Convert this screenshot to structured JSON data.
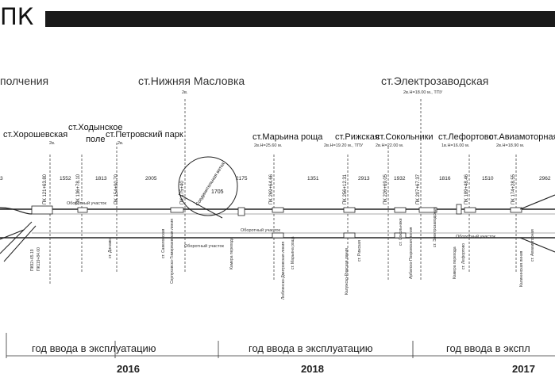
{
  "header": {
    "title": "ПК"
  },
  "sections": [
    {
      "name": "полчения",
      "note": ""
    },
    {
      "name": "ст.Нижняя Масловка",
      "note": "2в."
    },
    {
      "name": "ст.Электрозаводская",
      "note": "2в.Н=18.00 м., ТПУ"
    }
  ],
  "stations": [
    {
      "name": "ст.Хорошевская",
      "note": "2в."
    },
    {
      "name": "ст.Ходынское\nполе",
      "note": ""
    },
    {
      "name": "ст.Петровский парк",
      "note": "2в."
    },
    {
      "name": "ст.Марьина роща",
      "note": "2в.Н=25.60 м."
    },
    {
      "name": "ст.Рижская",
      "note": "2в.Н=19.20 м., ТПУ"
    },
    {
      "name": "ст.Сокольники",
      "note": "2в.Н=22.00 м."
    },
    {
      "name": "ст.Лефортово",
      "note": "1в.Н=16.00 м."
    },
    {
      "name": "ст.Авиамоторная",
      "note": "2в.Н=18.90 м."
    }
  ],
  "distances": [
    "3",
    "1552",
    "1813",
    "2005",
    "2175",
    "1351",
    "2913",
    "1932",
    "1816",
    "1510",
    "2962"
  ],
  "pickets": [
    "ПК 121+63.80",
    "ПК 136+78.10",
    "ПК 154+90.70",
    "ПК 175+40",
    "ПК 269+64.66",
    "ПК 256+12.31",
    "ПК 226+69.05",
    "ПК 207+67.37",
    "ПК 189+48.46",
    "ПК 174+28.55"
  ],
  "connection_branch": {
    "label": "Соединительная ветка",
    "value": "1705"
  },
  "lower_labels": [
    "ПК92+65.19",
    "ПК119+84.00",
    "Серпуховско-Тимирязевская линия",
    "Камера перехода",
    "Люблинско-Дмитровская линия",
    "Калужско-Рижская линия",
    "Арбатско-Покровская линия",
    "Камера перехода",
    "Калининская линия"
  ],
  "small_labels": [
    "ст. Динамо",
    "ст. Савеловская",
    "ст. Марьина роща",
    "ст. Рижская",
    "ст. Сокольники",
    "ст. Электрозаводская",
    "ст. Лефортово",
    "ст. Авиамоторная"
  ],
  "track_notes": [
    "Оборотный участок",
    "Оборотный участок",
    "Оборотный участок",
    "Оборотный участок"
  ],
  "years": [
    {
      "text": "год ввода в эксплуатацию",
      "year": "2016"
    },
    {
      "text": "год ввода в эксплуатацию",
      "year": "2018"
    },
    {
      "text": "год ввода в экспл",
      "year": "2017"
    }
  ]
}
